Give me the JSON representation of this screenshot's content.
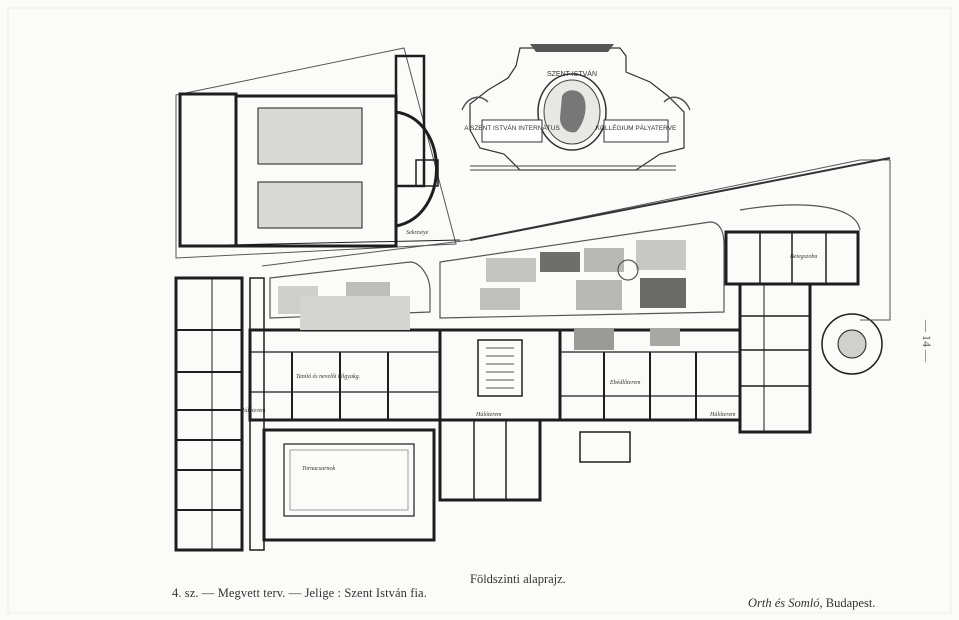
{
  "captions": {
    "plan_number_and_motto": "4. sz. — Megvett terv. — Jelige : Szent István fia.",
    "plan_title": "Földszinti alaprajz.",
    "architects_name": "Orth és Somló",
    "architects_city": ", Budapest."
  },
  "page_number": "— 14 —",
  "cartouche": {
    "top_text": "SZENT ISTVÁN",
    "left_text": "A SZENT ISTVÁN INTERNÁTUS",
    "right_text": "KOLLÉGIUM PÁLYATERVE"
  },
  "colors": {
    "ink": "#2a2a2a",
    "wall": "#1e1e1e",
    "paper": "#fbfbf9",
    "garden": "#7a7a7a"
  }
}
